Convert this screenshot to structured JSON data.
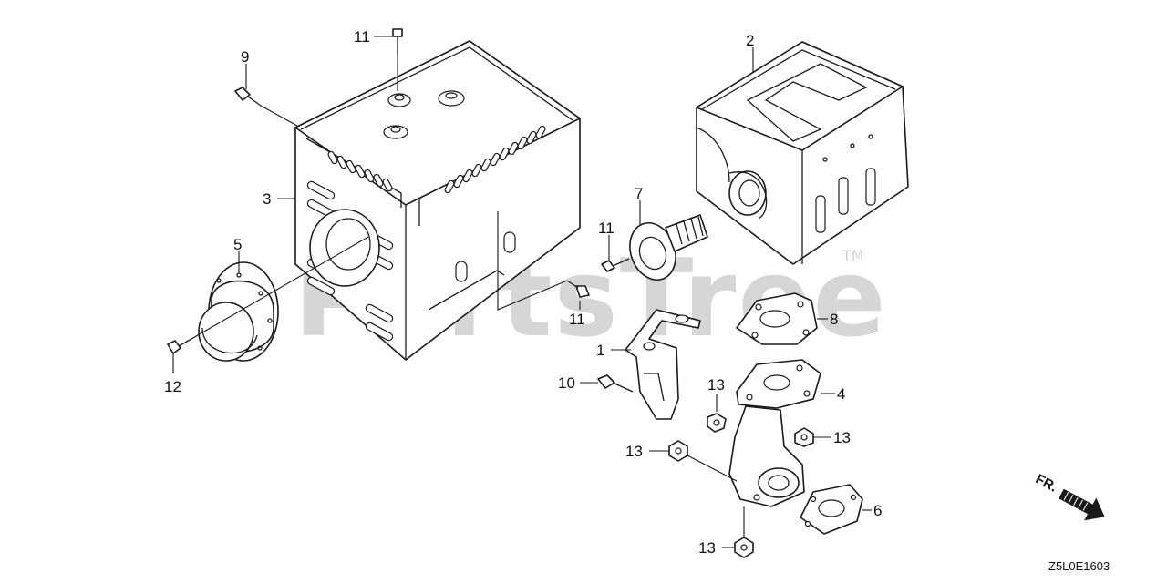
{
  "watermark": {
    "text": "PartsTree",
    "trademark": "TM"
  },
  "callouts": {
    "c1": "1",
    "c2": "2",
    "c3": "3",
    "c4": "4",
    "c5": "5",
    "c6": "6",
    "c7": "7",
    "c8": "8",
    "c9": "9",
    "c10": "10",
    "c11_top": "11",
    "c11_mid": "11",
    "c11_left": "11",
    "c12": "12",
    "c13_a": "13",
    "c13_b": "13",
    "c13_c": "13",
    "c13_d": "13"
  },
  "front_label": "FR.",
  "diagram_code": "Z5L0E1603",
  "colors": {
    "ink": "#1a1a1a",
    "watermark": "#d6d6d6",
    "background": "#ffffff"
  }
}
